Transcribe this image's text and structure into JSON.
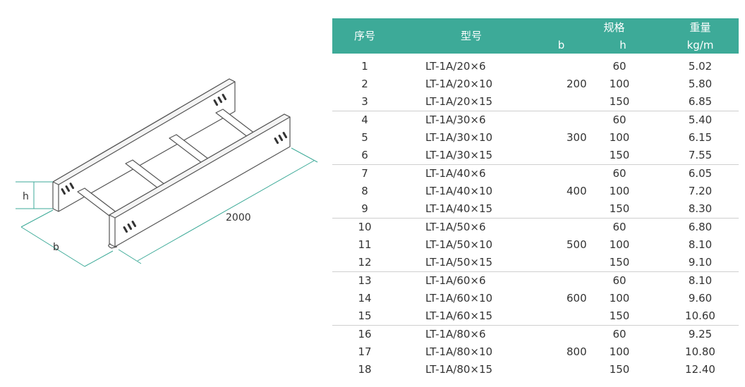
{
  "drawing": {
    "dim_h": "h",
    "dim_b": "b",
    "dim_length": "2000"
  },
  "table": {
    "headers": {
      "no": "序号",
      "model": "型号",
      "spec": "规格",
      "b": "b",
      "h": "h",
      "weight_line1": "重量",
      "weight_line2": "kg/m"
    },
    "groups": [
      {
        "b": "200",
        "rows": [
          {
            "no": "1",
            "model": "LT-1A/20×6",
            "h": "60",
            "weight": "5.02"
          },
          {
            "no": "2",
            "model": "LT-1A/20×10",
            "h": "100",
            "weight": "5.80"
          },
          {
            "no": "3",
            "model": "LT-1A/20×15",
            "h": "150",
            "weight": "6.85"
          }
        ]
      },
      {
        "b": "300",
        "rows": [
          {
            "no": "4",
            "model": "LT-1A/30×6",
            "h": "60",
            "weight": "5.40"
          },
          {
            "no": "5",
            "model": "LT-1A/30×10",
            "h": "100",
            "weight": "6.15"
          },
          {
            "no": "6",
            "model": "LT-1A/30×15",
            "h": "150",
            "weight": "7.55"
          }
        ]
      },
      {
        "b": "400",
        "rows": [
          {
            "no": "7",
            "model": "LT-1A/40×6",
            "h": "60",
            "weight": "6.05"
          },
          {
            "no": "8",
            "model": "LT-1A/40×10",
            "h": "100",
            "weight": "7.20"
          },
          {
            "no": "9",
            "model": "LT-1A/40×15",
            "h": "150",
            "weight": "8.30"
          }
        ]
      },
      {
        "b": "500",
        "rows": [
          {
            "no": "10",
            "model": "LT-1A/50×6",
            "h": "60",
            "weight": "6.80"
          },
          {
            "no": "11",
            "model": "LT-1A/50×10",
            "h": "100",
            "weight": "8.10"
          },
          {
            "no": "12",
            "model": "LT-1A/50×15",
            "h": "150",
            "weight": "9.10"
          }
        ]
      },
      {
        "b": "600",
        "rows": [
          {
            "no": "13",
            "model": "LT-1A/60×6",
            "h": "60",
            "weight": "8.10"
          },
          {
            "no": "14",
            "model": "LT-1A/60×10",
            "h": "100",
            "weight": "9.60"
          },
          {
            "no": "15",
            "model": "LT-1A/60×15",
            "h": "150",
            "weight": "10.60"
          }
        ]
      },
      {
        "b": "800",
        "rows": [
          {
            "no": "16",
            "model": "LT-1A/80×6",
            "h": "60",
            "weight": "9.25"
          },
          {
            "no": "17",
            "model": "LT-1A/80×10",
            "h": "100",
            "weight": "10.80"
          },
          {
            "no": "18",
            "model": "LT-1A/80×15",
            "h": "150",
            "weight": "12.40"
          }
        ]
      }
    ]
  },
  "colors": {
    "header_bg": "#3daa98",
    "header_text": "#ffffff",
    "separator": "#cfcfcf",
    "line_art": "#555555",
    "dimension_line": "#3daa98"
  }
}
